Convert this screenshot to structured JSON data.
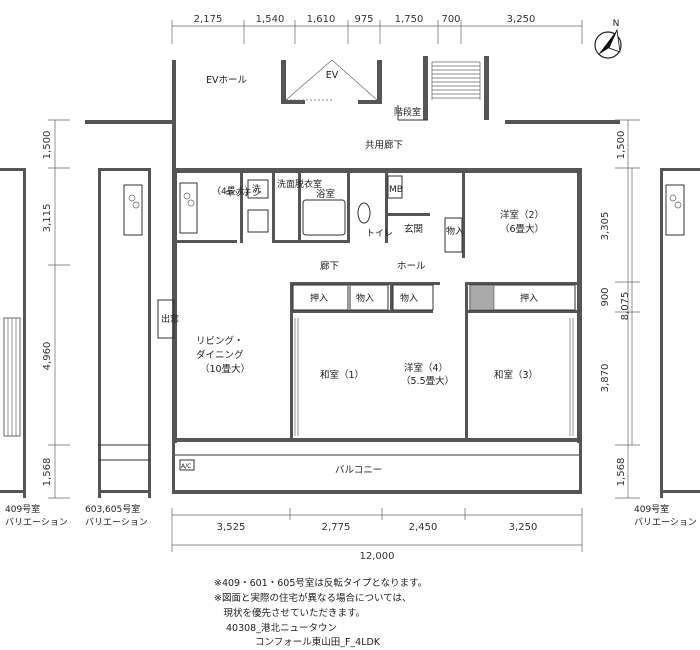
{
  "dims_top": [
    "2,175",
    "1,540",
    "1,610",
    "975",
    "1,750",
    "700",
    "3,250"
  ],
  "dims_bottom": [
    "3,525",
    "2,775",
    "2,450",
    "3,250"
  ],
  "dim_total_bottom": "12,000",
  "dims_left": [
    "1,500",
    "3,115",
    "4,960",
    "1,568"
  ],
  "dims_right_a": [
    "1,500",
    "3,305",
    "900",
    "3,870",
    "1,568"
  ],
  "dim_right_total": "8,075",
  "rooms": {
    "ev_hall": "EVホール",
    "ev": "EV",
    "stairs": "階段室",
    "corridor_common": "共用廊下",
    "wash": "洗",
    "kitchen": "キッチン\n（4畳大）",
    "dressing": "洗面脱衣室",
    "bath": "浴室",
    "mb": "MB",
    "toilet": "トイレ",
    "entrance": "玄関",
    "oshiire_wr2": "物入",
    "western2": "洋室（2）",
    "western2_size": "（6畳大）",
    "hall_corridor": "廊下",
    "hall": "ホール",
    "oshiire1": "押入",
    "mono1": "物入",
    "mono2": "物入",
    "oshiire3": "押入",
    "living": "リビング・",
    "living2": "ダイニング",
    "living_size": "（10畳大）",
    "storage_side": "出窓",
    "washitsu1": "和室（1）",
    "western4": "洋室（4）",
    "western4_size": "（5.5畳大）",
    "washitsu3": "和室（3）",
    "balcony": "バルコニー",
    "ac": "A/C"
  },
  "variation_labels": {
    "left1": "409号室",
    "left1b": "バリエーション",
    "left2": "603,605号室",
    "left2b": "バリエーション",
    "right1": "409号室",
    "right1b": "バリエーション"
  },
  "compass": "N",
  "notes": [
    "※409・601・605号室は反転タイプとなります。",
    "※図面と実際の住宅が異なる場合については、",
    "　現状を優先させていただきます。"
  ],
  "footer": [
    "40308_港北ニュータウン",
    "コンフォール東山田_F_4LDK"
  ]
}
